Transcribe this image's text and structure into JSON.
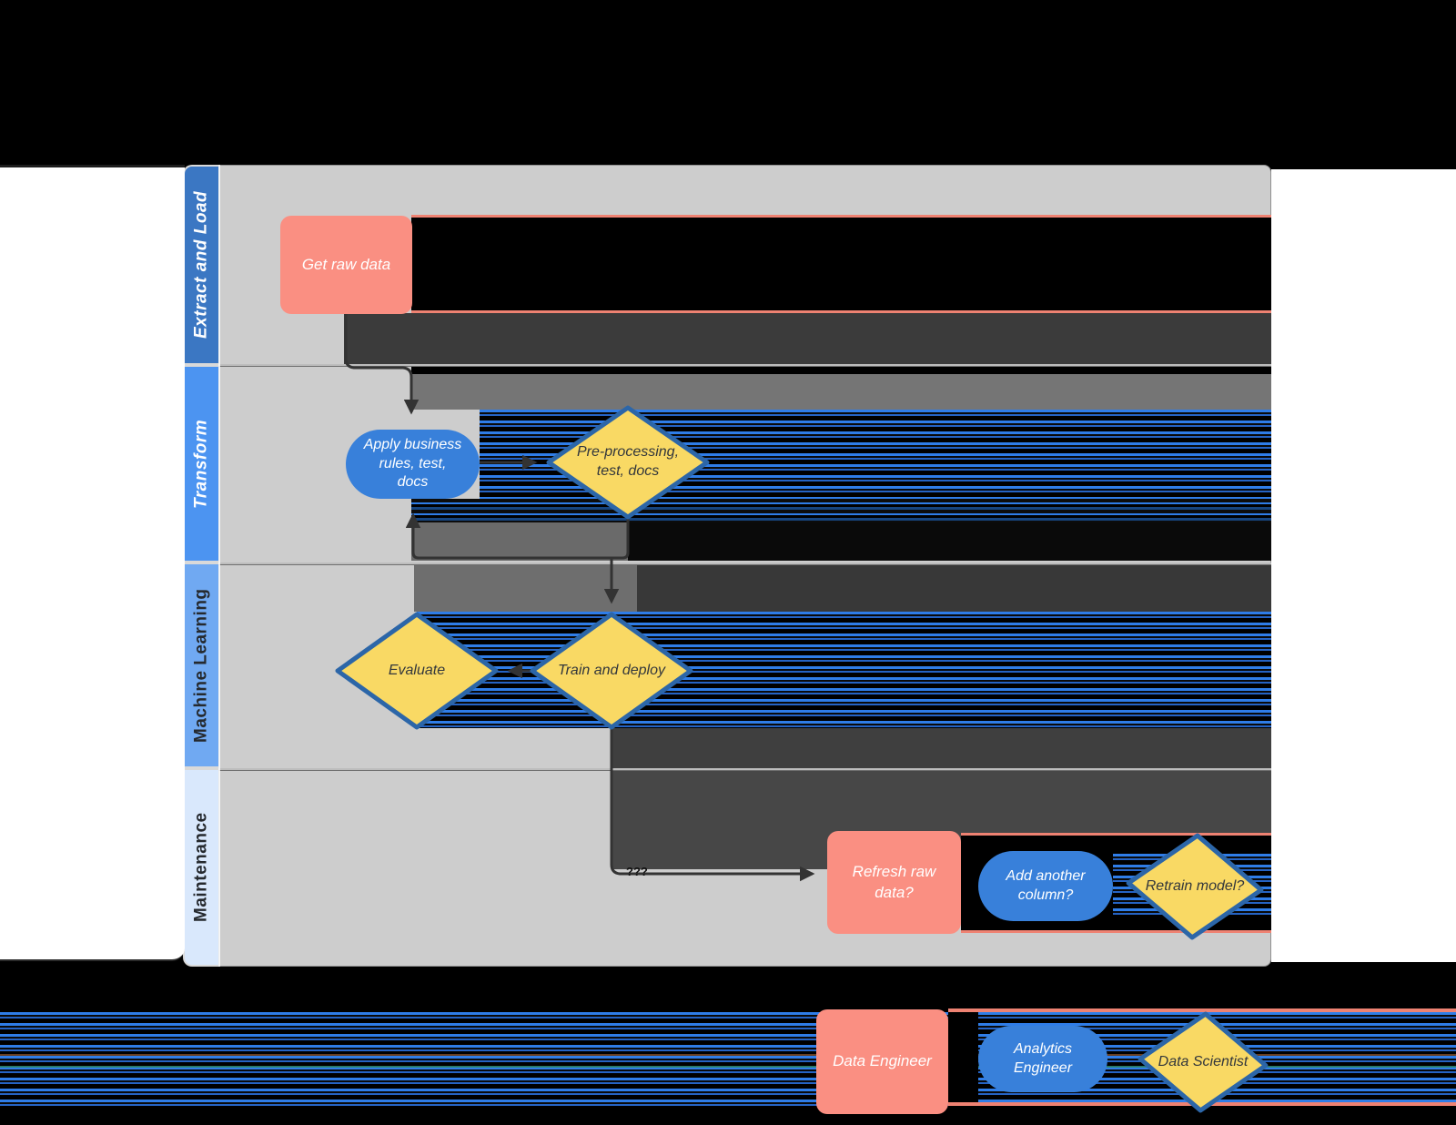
{
  "lanes": [
    {
      "label": "Extract and Load"
    },
    {
      "label": "Transform"
    },
    {
      "label": "Machine Learning"
    },
    {
      "label": "Maintenance"
    }
  ],
  "nodes": {
    "get_raw_data": {
      "label": "Get raw data",
      "shape": "rounded-rectangle",
      "color": "#fa8f82"
    },
    "apply_business_rules": {
      "label": "Apply business\nrules, test,\ndocs",
      "shape": "stadium",
      "color": "#3880da"
    },
    "preprocessing": {
      "label": "Pre-processing,\ntest, docs",
      "shape": "diamond",
      "color": "#f9d964"
    },
    "evaluate": {
      "label": "Evaluate",
      "shape": "diamond",
      "color": "#f9d964"
    },
    "train_deploy": {
      "label": "Train and deploy",
      "shape": "diamond",
      "color": "#f9d964"
    },
    "refresh_raw_data": {
      "label": "Refresh raw\ndata?",
      "shape": "rounded-rectangle",
      "color": "#fa8f82"
    },
    "add_column": {
      "label": "Add another\ncolumn?",
      "shape": "stadium",
      "color": "#3880da"
    },
    "retrain_model": {
      "label": "Retrain model?",
      "shape": "diamond",
      "color": "#f9d964"
    }
  },
  "legend": {
    "data_engineer": {
      "label": "Data Engineer",
      "shape": "rounded-rectangle",
      "color": "#fa8f82"
    },
    "analytics_engineer": {
      "label": "Analytics\nEngineer",
      "shape": "stadium",
      "color": "#3880da"
    },
    "data_scientist": {
      "label": "Data Scientist",
      "shape": "diamond",
      "color": "#f9d964"
    }
  },
  "artifacts": {
    "glitch_text": "???"
  },
  "colors": {
    "canvas": "#cdcdcd",
    "lane_extract": "#3b77c3",
    "lane_transform": "#4c94f1",
    "lane_ml": "#70a9f2",
    "lane_maintenance": "#d9e8fc",
    "node_pink": "#fa8f82",
    "node_blue": "#3880da",
    "diamond_fill": "#f9d964",
    "diamond_border": "#2c66a8",
    "arrow": "#333333",
    "glitch_blue_stripe": "#2f7de8",
    "glitch_pink_stripe": "#ee8272"
  }
}
